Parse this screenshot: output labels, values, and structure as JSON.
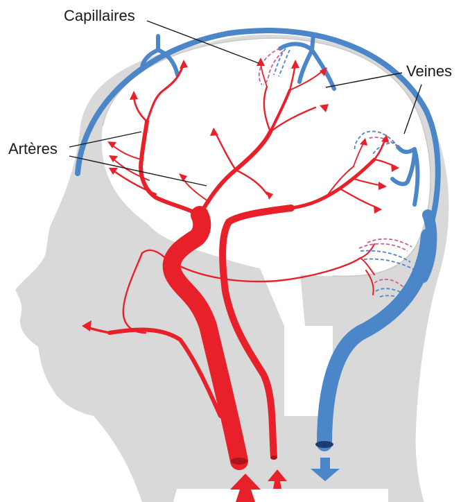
{
  "labels": {
    "capillaries": "Capillaires",
    "veins": "Veines",
    "arteries": "Artères"
  },
  "colors": {
    "artery": "#e8202a",
    "vein": "#4a86c8",
    "head": "#d9d9d9",
    "brain": "#ffffff",
    "leader_line": "#1a1a1a"
  },
  "icons": {
    "blood_in": "up-arrow-icon",
    "blood_out": "down-arrow-icon"
  }
}
